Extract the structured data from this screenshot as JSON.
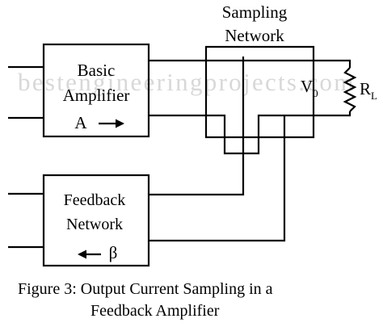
{
  "watermark": "bestengineeringprojects.com",
  "blocks": {
    "basic_amplifier": {
      "line1": "Basic",
      "line2": "Amplifier",
      "gain_label": "A"
    },
    "feedback_network": {
      "line1": "Feedback",
      "line2": "Network",
      "beta_label": "β"
    },
    "sampling_network": {
      "line1": "Sampling",
      "line2": "Network"
    }
  },
  "output": {
    "voltage_label": "V",
    "voltage_sub": "0",
    "load_label": "R",
    "load_sub": "L"
  },
  "caption": {
    "line1": "Figure 3: Output Current Sampling in a",
    "line2": "Feedback Amplifier"
  }
}
